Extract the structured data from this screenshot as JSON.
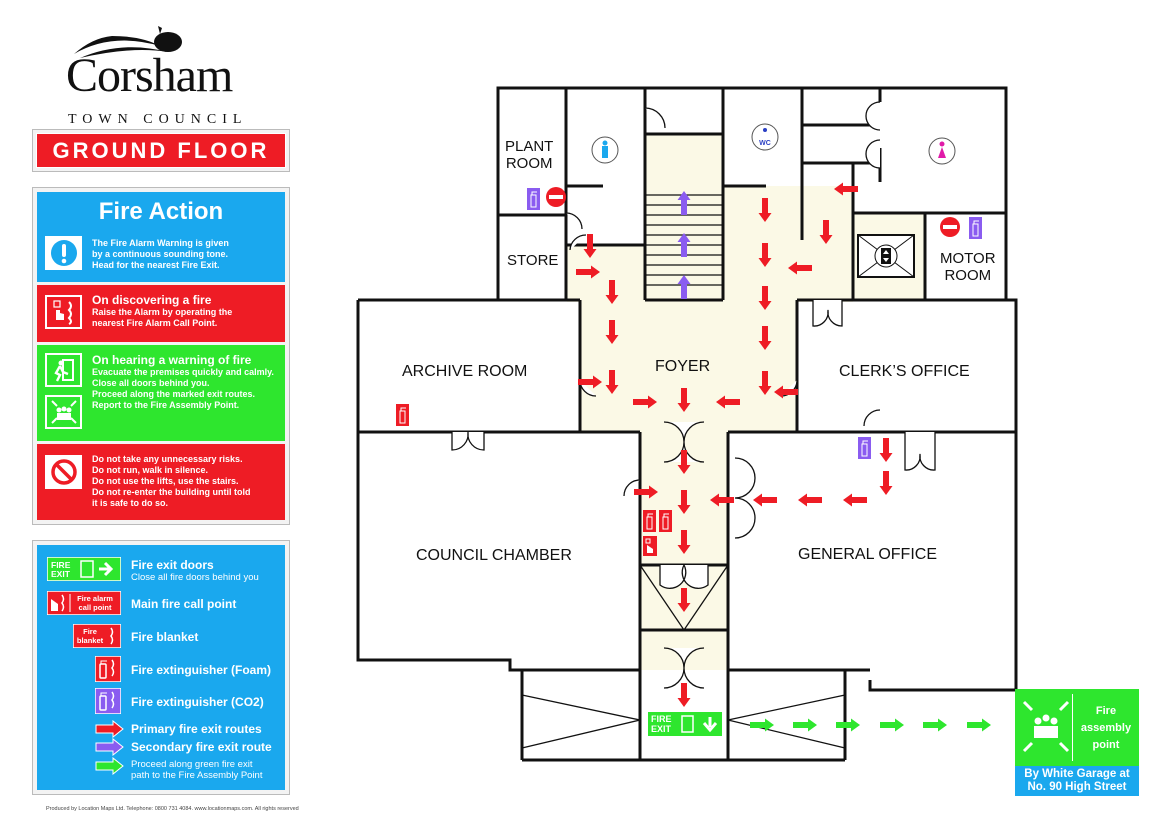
{
  "logo": {
    "name": "Corsham",
    "subtitle": "TOWN COUNCIL"
  },
  "floor_banner": "GROUND FLOOR",
  "fire_action": {
    "title": "Fire Action",
    "blocks": [
      {
        "icon": "exclamation-icon",
        "heading": "",
        "lines": [
          "The Fire Alarm Warning is given",
          "by a continuous sounding tone.",
          "Head for the nearest Fire Exit."
        ],
        "color": "#1aa8ee"
      },
      {
        "icon": "fire-alarm-call-point-icon",
        "heading": "On discovering a fire",
        "lines": [
          "Raise the Alarm by operating the",
          "nearest Fire Alarm Call Point."
        ],
        "color": "#ee1c25"
      },
      {
        "icon": "running-man-exit-icon",
        "icon2": "assembly-point-icon",
        "heading": "On hearing a warning of fire",
        "lines": [
          "Evacuate the premises quickly and calmly.",
          "Close all doors behind you.",
          "Proceed along the marked exit routes.",
          "Report to the Fire Assembly Point."
        ],
        "color": "#2ee62e"
      },
      {
        "icon": "prohibition-icon",
        "heading": "",
        "lines": [
          "Do not take any unnecessary risks.",
          "Do not run, walk in silence.",
          "Do not use the lifts, use the stairs.",
          "Do not re-enter the building until told",
          "it is safe to do so."
        ],
        "color": "#ee1c25"
      }
    ]
  },
  "legend": {
    "items": [
      {
        "icon": "fire-exit-sign-icon",
        "badge": "FIRE EXIT",
        "label": "Fire exit doors",
        "sub": "Close all fire doors behind you"
      },
      {
        "icon": "fire-alarm-call-point-icon",
        "badge": "Fire alarm call point",
        "label": "Main fire call point"
      },
      {
        "icon": "fire-blanket-icon",
        "badge": "Fire blanket",
        "label": "Fire blanket"
      },
      {
        "icon": "fire-extinguisher-foam-icon",
        "label": "Fire extinguisher (Foam)"
      },
      {
        "icon": "fire-extinguisher-co2-icon",
        "label": "Fire extinguisher (CO2)"
      },
      {
        "icon": "red-arrow-icon",
        "label": "Primary fire exit routes"
      },
      {
        "icon": "purple-arrow-icon",
        "label": "Secondary fire exit route"
      },
      {
        "icon": "green-arrow-icon",
        "label": "Proceed along green fire exit",
        "sub": "path to the Fire Assembly Point"
      }
    ]
  },
  "credit": "Produced by Location Maps Ltd. Telephone: 0800 731 4084. www.locationmaps.com. All rights reserved",
  "rooms": {
    "plant_room": [
      "PLANT",
      "ROOM"
    ],
    "store": "STORE",
    "motor_room": [
      "MOTOR",
      "ROOM"
    ],
    "archive_room": "ARCHIVE ROOM",
    "foyer": "FOYER",
    "clerks_office": "CLERK’S OFFICE",
    "council_chamber": "COUNCIL CHAMBER",
    "general_office": "GENERAL OFFICE"
  },
  "toilets": {
    "male": "male-toilet-icon",
    "accessible": "WC",
    "female": "female-toilet-icon"
  },
  "exit_sign": {
    "line1": "FIRE",
    "line2": "EXIT"
  },
  "assembly_point": {
    "label": [
      "Fire",
      "assembly",
      "point"
    ],
    "location": [
      "By White Garage at",
      "No. 90 High Street"
    ]
  },
  "colors": {
    "primary_route": "#ee1c25",
    "secondary_route": "#8a5cf0",
    "assembly_route": "#2ee62e",
    "sign_blue": "#1aa8ee",
    "circulation": "#fbf9e6"
  }
}
